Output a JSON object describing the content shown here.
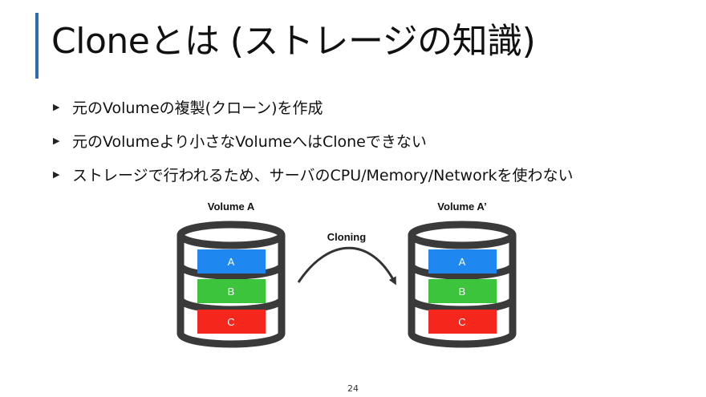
{
  "slide": {
    "title": "Cloneとは (ストレージの知識)",
    "bullets": [
      "元のVolumeの複製(クローン)を作成",
      "元のVolumeより小さなVolumeへはCloneできない",
      "ストレージで行われるため、サーバのCPU/Memory/Networkを使わない"
    ],
    "page_number": "24"
  },
  "diagram": {
    "source_label": "Volume A",
    "target_label": "Volume A’",
    "arrow_label": "Cloning",
    "blocks": [
      {
        "label": "A",
        "color": "#1e88f0"
      },
      {
        "label": "B",
        "color": "#3cc43c"
      },
      {
        "label": "C",
        "color": "#f5271c"
      }
    ],
    "accent_color": "#2d6db5"
  }
}
